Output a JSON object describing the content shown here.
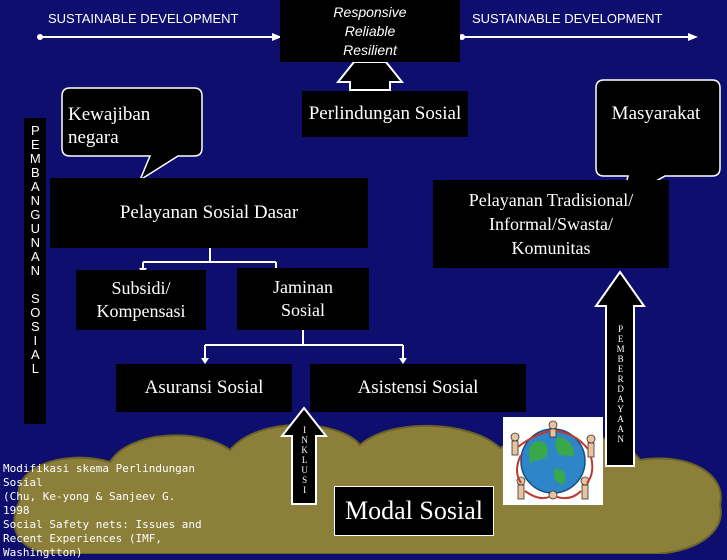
{
  "top": {
    "left_label": "SUSTAINABLE DEVELOPMENT",
    "right_label": "SUSTAINABLE DEVELOPMENT",
    "center_lines": [
      "Responsive",
      "Reliable",
      "Resilient"
    ]
  },
  "left_vertical": "PEMBANGUNAN SOSIAL",
  "callouts": {
    "kewajiban_lines": [
      "Kewajiban",
      "negara"
    ],
    "masyarakat": "Masyarakat"
  },
  "boxes": {
    "perlindungan": "Perlindungan Sosial",
    "pelayanan_dasar": "Pelayanan Sosial Dasar",
    "pelayanan_tradisional_lines": [
      "Pelayanan Tradisional/",
      "Informal/Swasta/",
      "Komunitas"
    ],
    "subsidi_lines": [
      "Subsidi/",
      "Kompensasi"
    ],
    "jaminan_lines": [
      "Jaminan",
      "Sosial"
    ],
    "asuransi": "Asuransi Sosial",
    "asistensi": "Asistensi Sosial"
  },
  "vertical_labels": {
    "inklusi": "INKLUSI",
    "pemberdayaan": "PEMBERDAYAAN"
  },
  "modal_sosial": "Modal Sosial",
  "source_note_lines": [
    "Modifikasi skema Perlindungan",
    "Sosial",
    "(Chu, Ke-yong & Sanjeev G. 1998",
    "Social Safety nets: Issues and",
    "Recent Experiences (IMF,",
    "Washingtton)"
  ],
  "colors": {
    "background": "#0d0e6e",
    "box_fill": "#000000",
    "cloud_fill": "#8b7f3a",
    "text": "#ffffff"
  },
  "icons": {
    "globe": "globe-with-people-icon"
  }
}
